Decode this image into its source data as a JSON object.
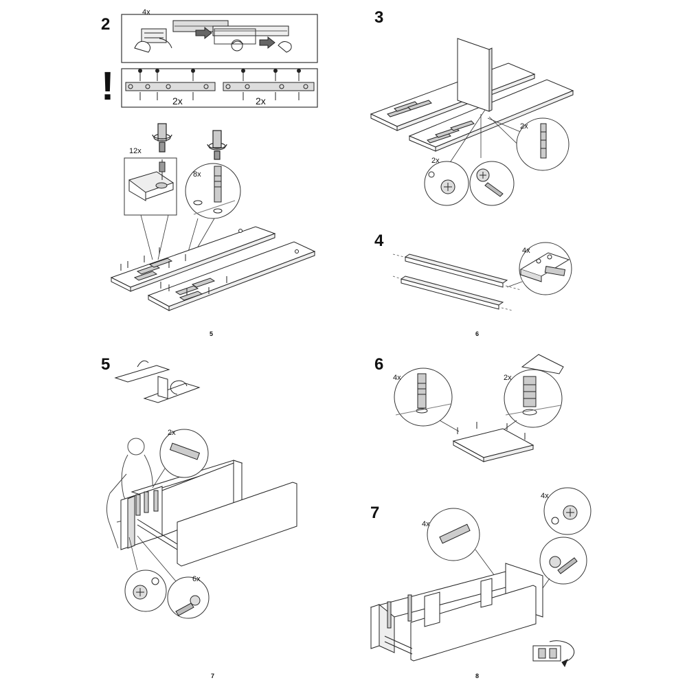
{
  "steps": {
    "s2": {
      "number": "2",
      "labels": {
        "top_count": "4x",
        "rail_left": "2x",
        "rail_right": "2x",
        "screws": "12x",
        "dowels": "8x"
      },
      "page_number": "5"
    },
    "s3": {
      "number": "3",
      "labels": {
        "dowel": "2x",
        "cam": "2x"
      }
    },
    "s4": {
      "number": "4",
      "labels": {
        "dowel": "4x"
      },
      "page_number": "6"
    },
    "s5": {
      "number": "5",
      "labels": {
        "dowel": "2x",
        "cam": "6x"
      },
      "page_number": "7"
    },
    "s6": {
      "number": "6",
      "labels": {
        "bolt": "4x",
        "foot": "2x"
      }
    },
    "s7": {
      "number": "7",
      "labels": {
        "dowel": "4x",
        "cam": "4x"
      },
      "page_number": "8"
    }
  },
  "icons": {
    "warning": "exclamation-icon"
  },
  "warning_glyph": "!"
}
